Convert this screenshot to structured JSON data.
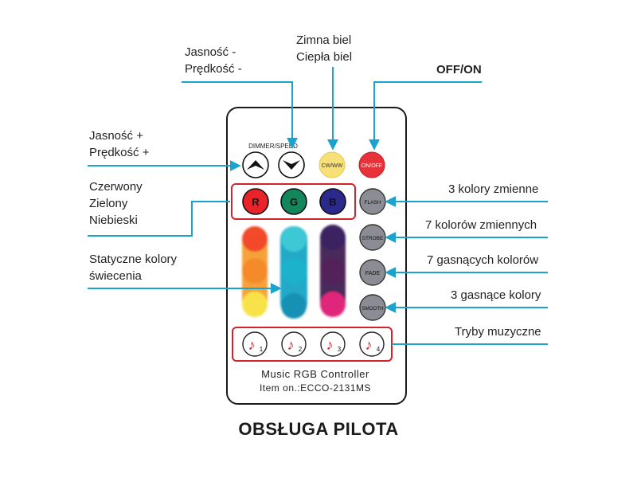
{
  "colors": {
    "cyan": "#1aa3cc",
    "red_outline": "#d2232a",
    "remote_border": "#1a1a1a"
  },
  "remote": {
    "dimmer_label": "DIMMER/SPEED",
    "cw_label": "CW/WW",
    "onoff_label": "ON/OFF",
    "r_label": "R",
    "g_label": "G",
    "b_label": "B",
    "flash_label": "FLASH",
    "strobe_label": "STROBE",
    "fade_label": "FADE",
    "smooth_label": "SMOOTH",
    "music_1": "1",
    "music_2": "2",
    "music_3": "3",
    "music_4": "4",
    "footer_line1": "Music RGB Controller",
    "footer_line2": "Item on.:ECCO-2131MS"
  },
  "labels": {
    "jasnosc_minus": "Jasność -",
    "predkosc_minus": "Prędkość -",
    "zimna_biel": "Zimna biel",
    "ciepla_biel": "Ciepła biel",
    "off_on": "OFF/ON",
    "jasnosc_plus": "Jasność +",
    "predkosc_plus": "Prędkość +",
    "czerwony": "Czerwony",
    "zielony": "Zielony",
    "niebieski": "Niebieski",
    "statyczne_1": "Statyczne kolory",
    "statyczne_2": "świecenia",
    "kolory_3_zmienne": "3 kolory zmienne",
    "kolorow_7_zmiennych": "7 kolorów zmiennych",
    "gasnacych_7": "7 gasnących kolorów",
    "gasnace_3": "3 gasnące kolory",
    "tryby_muzyczne": "Tryby muzyczne"
  },
  "title": "OBSŁUGA PILOTA"
}
